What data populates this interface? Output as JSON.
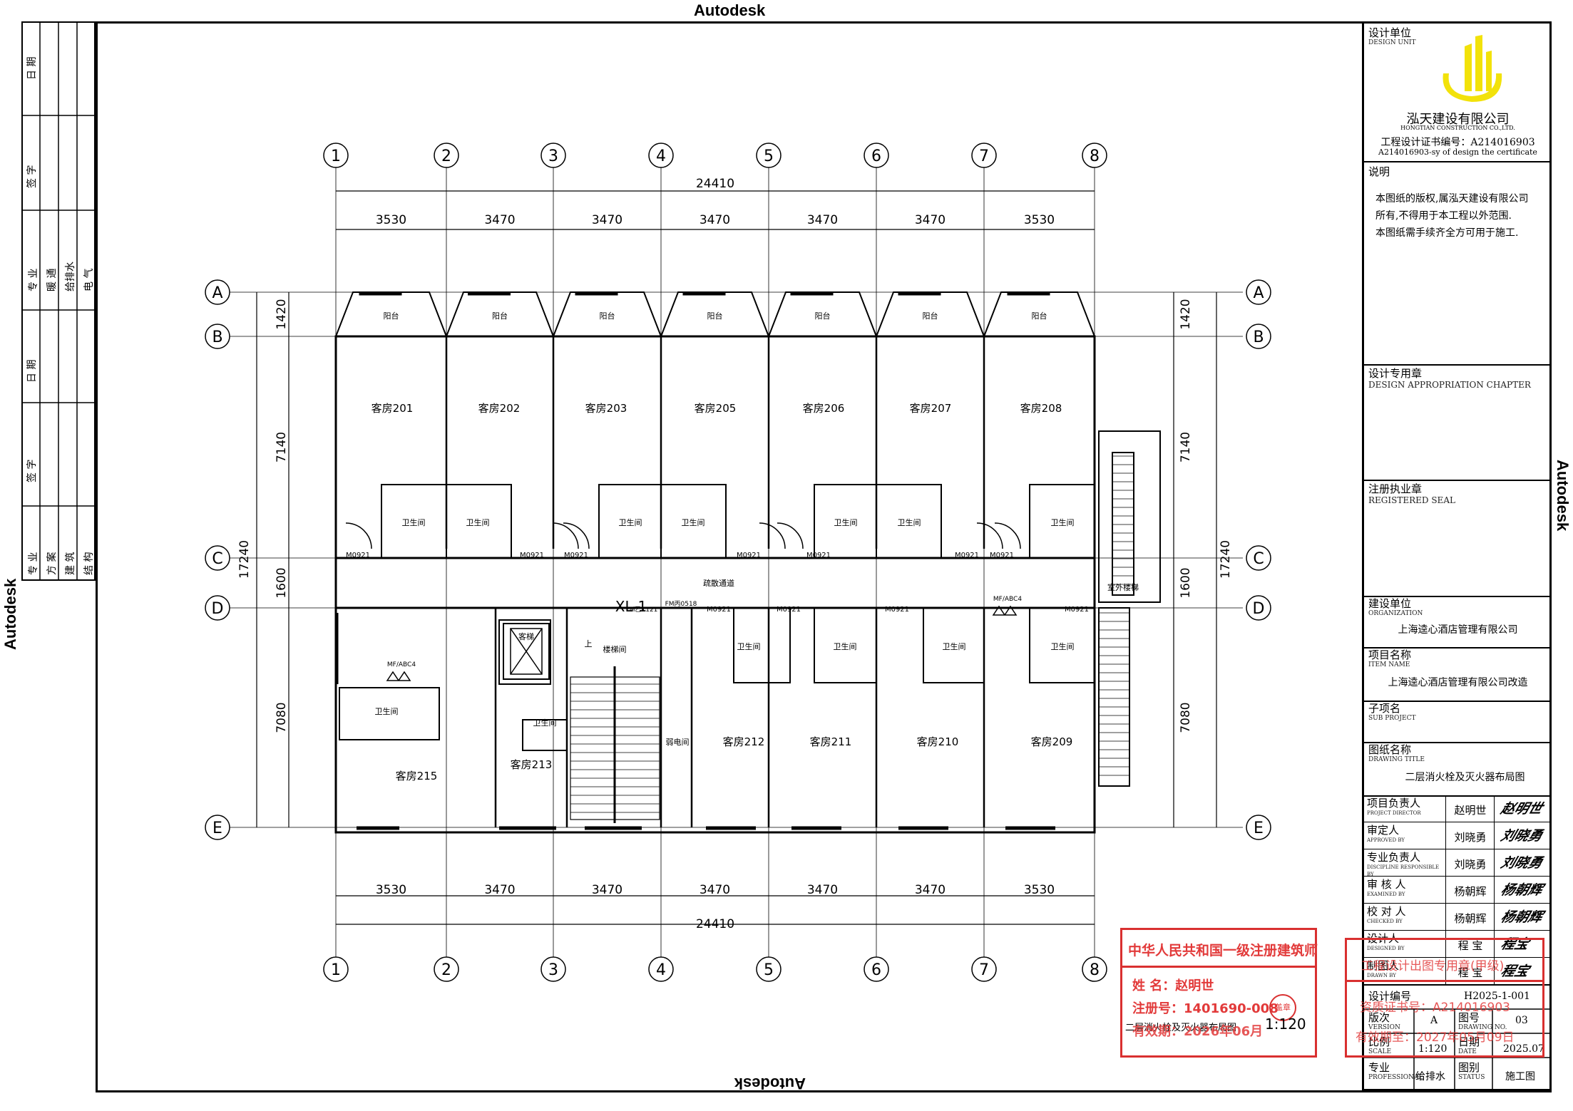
{
  "watermarks": {
    "top": "Autodesk",
    "bottom": "Autodesk",
    "left": "Autodesk",
    "right": "Autodesk"
  },
  "left_strip": {
    "group1": [
      "专 业",
      "方 案",
      "建 筑",
      "结 构"
    ],
    "group1_heads": [
      "签 字",
      "日 期"
    ],
    "group2": [
      "专 业",
      "暖 通",
      "给排水",
      "电 气"
    ],
    "group2_heads": [
      "签 字",
      "日 期"
    ]
  },
  "plan": {
    "axis_cols": [
      "1",
      "2",
      "3",
      "4",
      "5",
      "6",
      "7",
      "8"
    ],
    "axis_rows": [
      "A",
      "B",
      "C",
      "D",
      "E"
    ],
    "dims_top": [
      "3530",
      "3470",
      "3470",
      "3470",
      "3470",
      "3470",
      "3530"
    ],
    "dims_bottom": [
      "3530",
      "3470",
      "3470",
      "3470",
      "3470",
      "3470",
      "3530"
    ],
    "total_top": "24410",
    "total_bottom": "24410",
    "dims_left": [
      "1420",
      "7140",
      "1600",
      "7080"
    ],
    "dims_right": [
      "1420",
      "7140",
      "1600",
      "7080"
    ],
    "total_left": "17240",
    "total_right": "17240",
    "balcony": "阳台",
    "rooms_top": [
      "客房201",
      "客房202",
      "客房203",
      "客房205",
      "客房206",
      "客房207",
      "客房208"
    ],
    "rooms_bottom": [
      "客房215",
      "客房213",
      "客房212",
      "客房211",
      "客房210",
      "客房209"
    ],
    "bath": "卫生间",
    "door_m": "M0921",
    "corridor": "疏散通道",
    "stair": "楼梯间",
    "elev": "客梯",
    "weak": "弱电间",
    "outdoor_stair": "室外楼梯",
    "xl": "XL-1",
    "fm1": "FM乙1121",
    "fm2": "FM丙0518",
    "ext": "MF/ABC4",
    "up": "上"
  },
  "title_block": {
    "design_unit_cn": "设计单位",
    "design_unit_en": "DESIGN UNIT",
    "company_cn": "泓天建设有限公司",
    "company_en": "HONGTIAN CONSTRUCTION CO.,LTD.",
    "cert_cn": "工程设计证书编号：A214016903",
    "cert_en": "A214016903-sy of design the certificate",
    "notes_head": "说明",
    "notes": [
      "本图纸的版权,属泓天建设有限公司",
      "所有,不得用于本工程以外范围.",
      "本图纸需手续齐全方可用于施工."
    ],
    "chapter_cn": "设计专用章",
    "chapter_en": "DESIGN APPROPRIATION CHAPTER",
    "seal_cn": "注册执业章",
    "seal_en": "REGISTERED SEAL",
    "org_cn": "建设单位",
    "org_en": "ORGANIZATION",
    "org_val": "上海逵心酒店管理有限公司",
    "item_cn": "项目名称",
    "item_en": "ITEM NAME",
    "item_val": "上海逵心酒店管理有限公司改造",
    "sub_cn": "子项名",
    "sub_en": "SUB PROJECT",
    "title_cn": "图纸名称",
    "title_en": "DRAWING TITLE",
    "title_val": "二层消火栓及灭火器布局图",
    "people": [
      {
        "cn": "项目负责人",
        "en": "PROJECT DIRECTOR",
        "name": "赵明世",
        "sig": "赵明世"
      },
      {
        "cn": "审定人",
        "en": "APPROVED BY",
        "name": "刘晓勇",
        "sig": "刘晓勇"
      },
      {
        "cn": "专业负责人",
        "en": "DISCIPLINE RESPONSIBLE BY",
        "name": "刘晓勇",
        "sig": "刘晓勇"
      },
      {
        "cn": "审 核 人",
        "en": "EXAMINED BY",
        "name": "杨朝辉",
        "sig": "杨朝辉"
      },
      {
        "cn": "校 对 人",
        "en": "CHECKED BY",
        "name": "杨朝辉",
        "sig": "杨朝辉"
      },
      {
        "cn": "设计人",
        "en": "DESIGNED BY",
        "name": "程 宝",
        "sig": "程宝"
      },
      {
        "cn": "制图人",
        "en": "DRAWN BY",
        "name": "程 宝",
        "sig": "程宝"
      }
    ],
    "design_no_cn": "设计编号",
    "design_no_val": "H2025-1-001",
    "version_cn": "版次",
    "version_en": "VERSION",
    "version_val": "A",
    "drawing_no_cn": "图号",
    "drawing_no_en": "DRAWING NO.",
    "drawing_no_val": "03",
    "scale_cn": "比例",
    "scale_en": "SCALE",
    "scale_val": "1:120",
    "date_cn": "日期",
    "date_en": "DATE",
    "date_val": "2025.07",
    "pro_cn": "专业",
    "pro_en": "PROFESSIONAL",
    "pro_val": "给排水",
    "status_cn": "图别",
    "status_en": "STATUS",
    "status_val": "施工图"
  },
  "stamp1": {
    "header": "中华人民共和国一级注册建筑师",
    "name": "姓  名：赵明世",
    "reg": "注册号：1401690-008",
    "valid": "有效期：2026年06月",
    "seal": "盖章",
    "plan_name": "二层消火栓及灭火器布局图",
    "scale": "1:120"
  },
  "stamp2": {
    "line1": "工程设计出图专用章(甲级)",
    "line2": "资质证书号：A214016903",
    "line3": "有效期至：2027年05月09日"
  },
  "colors": {
    "stamp_red": "#d93030",
    "logo_yellow": "#f2e20a"
  }
}
